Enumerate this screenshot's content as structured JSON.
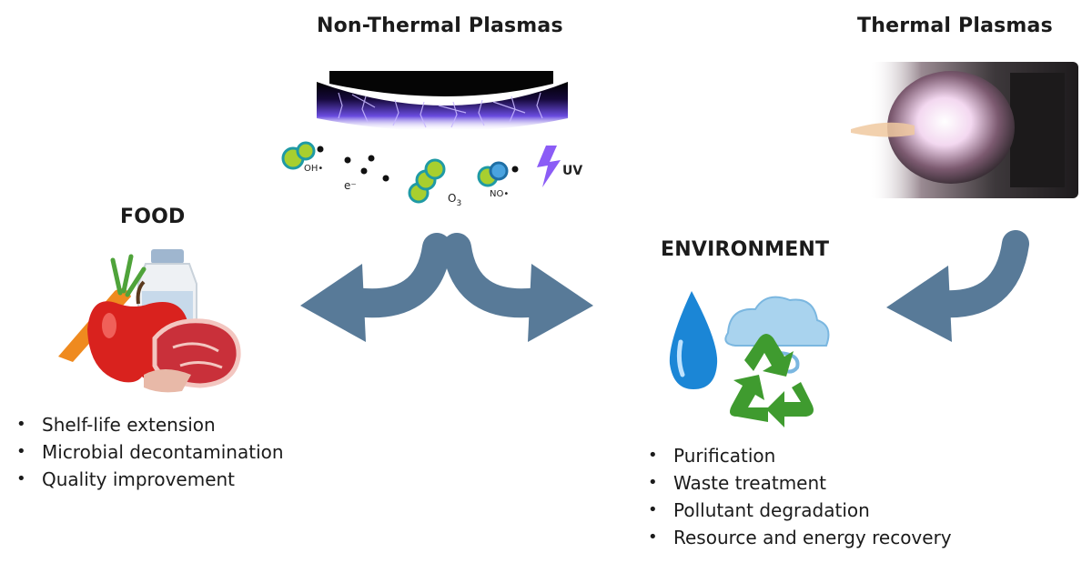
{
  "headings": {
    "non_thermal": "Non-Thermal Plasmas",
    "thermal": "Thermal Plasmas",
    "food": "FOOD",
    "environment": "ENVIRONMENT"
  },
  "species": {
    "oh": "OH•",
    "electron": "e⁻",
    "ozone": "O",
    "ozone_sub": "3",
    "no": "NO•",
    "uv": "UV"
  },
  "food_benefits": [
    "Shelf-life extension",
    "Microbial decontamination",
    "Quality improvement"
  ],
  "environment_benefits": [
    "Purification",
    "Waste treatment",
    "Pollutant degradation",
    "Resource and energy recovery"
  ],
  "colors": {
    "arrow": "#587a98",
    "plasma_glow": "#8a63ff",
    "molecule_green": "#a8cf2f",
    "molecule_ring": "#1f9aa5",
    "molecule_blue": "#4aa3df",
    "uv": "#8b5cf6",
    "water": "#1b86d6",
    "recycle": "#3f9b2f",
    "cloud": "#a9d3ee"
  },
  "icons": [
    "plasma-discharge-image",
    "thermal-plasma-torch-image",
    "food-illustration",
    "environment-illustration",
    "uv-lightning-icon",
    "recycle-icon",
    "water-drop-icon",
    "cloud-icon"
  ]
}
